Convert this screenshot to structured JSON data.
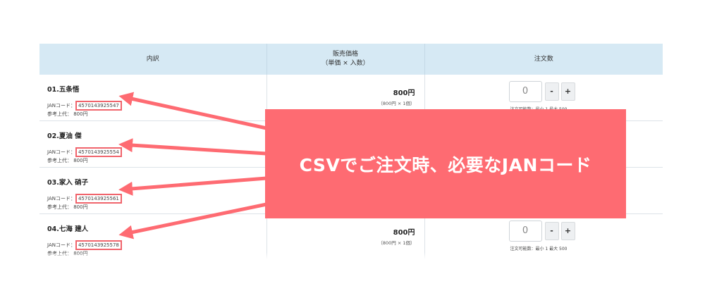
{
  "table": {
    "headers": {
      "breakdown": "内訳",
      "price_line1": "販売価格",
      "price_line2": "（単価 × 入数）",
      "quantity": "注文数"
    },
    "rows": [
      {
        "name": "01.五条悟",
        "jan_label": "JANコード：",
        "jan": "4570143925547",
        "ref_price": "参考上代： 800円",
        "price": "800円",
        "price_sub": "（800円 × 1個）",
        "qty": "0",
        "qty_note": "注文可能数：最小 1  最大 500"
      },
      {
        "name": "02.夏油 傑",
        "jan_label": "JANコード：",
        "jan": "4570143925554",
        "ref_price": "参考上代： 800円",
        "price": "",
        "price_sub": "",
        "qty": "",
        "qty_note": ""
      },
      {
        "name": "03.家入 硝子",
        "jan_label": "JANコード：",
        "jan": "4570143925561",
        "ref_price": "参考上代： 800円",
        "price": "",
        "price_sub": "",
        "qty": "",
        "qty_note": ""
      },
      {
        "name": "04.七海 建人",
        "jan_label": "JANコード：",
        "jan": "4570143925578",
        "ref_price": "参考上代： 800円",
        "price": "800円",
        "price_sub": "（800円 × 1個）",
        "qty": "0",
        "qty_note": "注文可能数：最小 1  最大 500"
      }
    ],
    "minus_label": "-",
    "plus_label": "+"
  },
  "callout": {
    "text": "CSVでご注文時、必要なJANコード",
    "color": "#fe6b72"
  },
  "colors": {
    "header_bg": "#d6e9f4",
    "highlight": "#f0646c"
  }
}
